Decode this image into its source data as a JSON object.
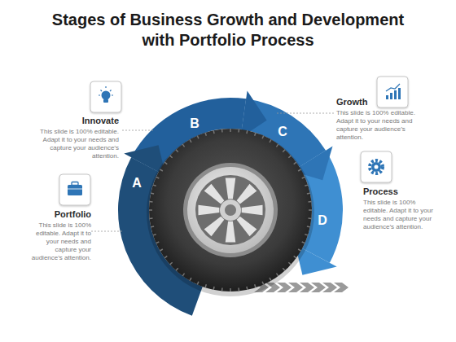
{
  "diagram": {
    "title": "Stages of Business Growth and Development with Portfolio Process",
    "nodes": [
      {
        "text": [
          "Innovate",
          "This slide is 100% editable. Adapt it to your needs and capture your audience’s attention."
        ]
      },
      {
        "text": [
          "Growth",
          "This slide is 100% editable. Adapt it to your needs and capture your audience’s attention."
        ]
      },
      {
        "text": [
          "Process",
          "This slide is 100% editable. Adapt it to your needs and capture your audience’s attention."
        ]
      },
      {
        "text": [
          "Portfolio",
          "This slide is 100% editable. Adapt it to your needs and capture your audience’s attention."
        ]
      }
    ],
    "labels": [
      "A",
      "B",
      "C",
      "D"
    ]
  }
}
